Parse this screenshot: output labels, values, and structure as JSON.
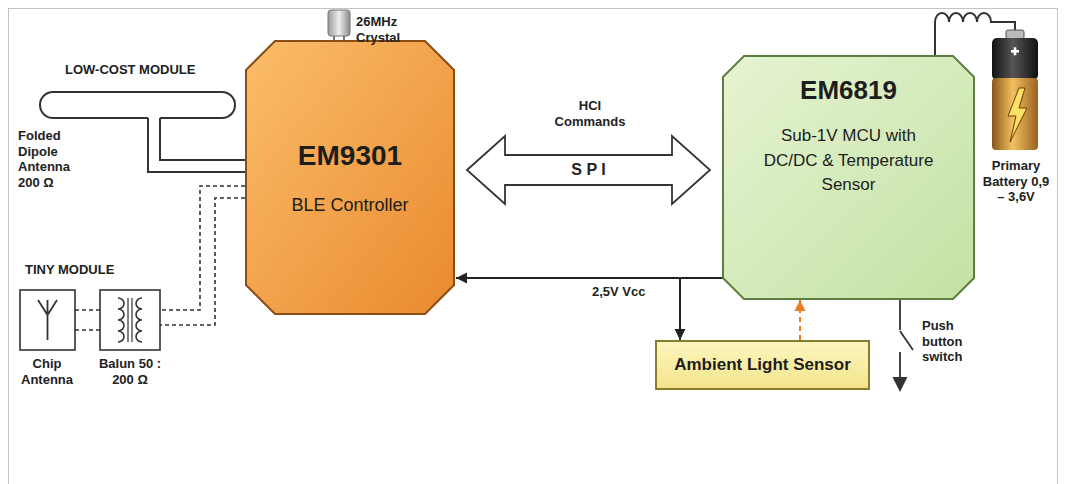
{
  "diagram": {
    "nodes": [
      {
        "text": [
          "EM9301",
          "BLE Controller"
        ]
      },
      {
        "text": [
          "EM6819",
          "Sub-1V MCU with DC/DC & Temperature Sensor"
        ]
      },
      {
        "text": [
          "Ambient Light Sensor"
        ]
      }
    ],
    "edges": [
      {
        "from": 0,
        "to": 1,
        "arrow": "both",
        "label": "S P I"
      },
      {
        "from": 1,
        "to": 0,
        "arrow": "to",
        "label": "2,5V Vcc"
      },
      {
        "from": 1,
        "to": 2,
        "arrow": "to"
      },
      {
        "from": 2,
        "to": 1,
        "arrow": "to"
      }
    ],
    "labels": [
      "LOW-COST MODULE",
      "Folded Dipole Antenna 200 Ω",
      "26MHz Crystal",
      "HCI Commands",
      "TINY MODULE",
      "Chip Antenna",
      "Balun 50 : 200 Ω",
      "Primary Battery 0,9 – 3,6V",
      "Push button switch"
    ]
  }
}
